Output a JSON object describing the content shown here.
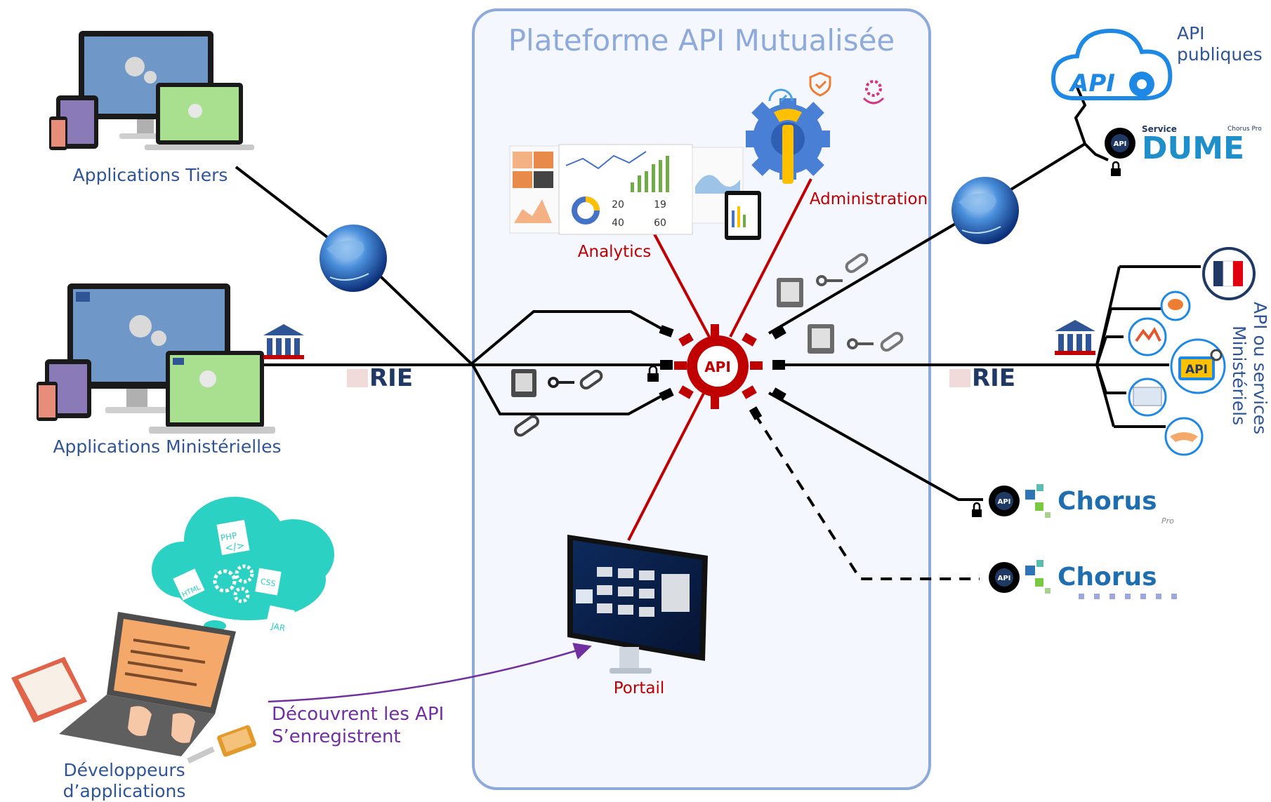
{
  "platform": {
    "title": "Plateforme API Mutualisée"
  },
  "hub": {
    "label": "API"
  },
  "clients": {
    "applications_tiers": "Applications Tiers",
    "applications_ministerielles": "Applications Ministérielles",
    "developpeurs_line1": "Développeurs",
    "developpeurs_line2": "d’applications"
  },
  "network": {
    "rie_left": "RIE",
    "rie_right": "RIE"
  },
  "modules": {
    "analytics": "Analytics",
    "administration": "Administration",
    "portail": "Portail"
  },
  "developer_flow": {
    "line1": "Découvrent les API",
    "line2": "S’enregistrent"
  },
  "analytics_numbers": [
    "20",
    "19",
    "40",
    "60"
  ],
  "providers": {
    "api_publiques_line1": "API",
    "api_publiques_line2": "publiques",
    "api_cloud": "API",
    "dume_service": "Service",
    "dume_brand": "Chorus Pro",
    "dume": "DUME",
    "api_ministeriels_line1": "API ou services",
    "api_ministeriels_line2": "Ministériels",
    "api_icon_text": "API",
    "chorus_pro": "Chorus",
    "chorus_pro_sub": "Pro",
    "chorus": "Chorus"
  },
  "dev_cloud": [
    "PHP",
    "</>",
    "CSS",
    "HTML",
    "JAR"
  ],
  "colors": {
    "platform_border": "#8eaadb",
    "platform_fill": "#f4f7fd",
    "link_black": "#000000",
    "link_red": "#c00000",
    "label_blue": "#2f5597",
    "label_purple": "#7030a0",
    "cloud_teal": "#2bd1c3"
  }
}
